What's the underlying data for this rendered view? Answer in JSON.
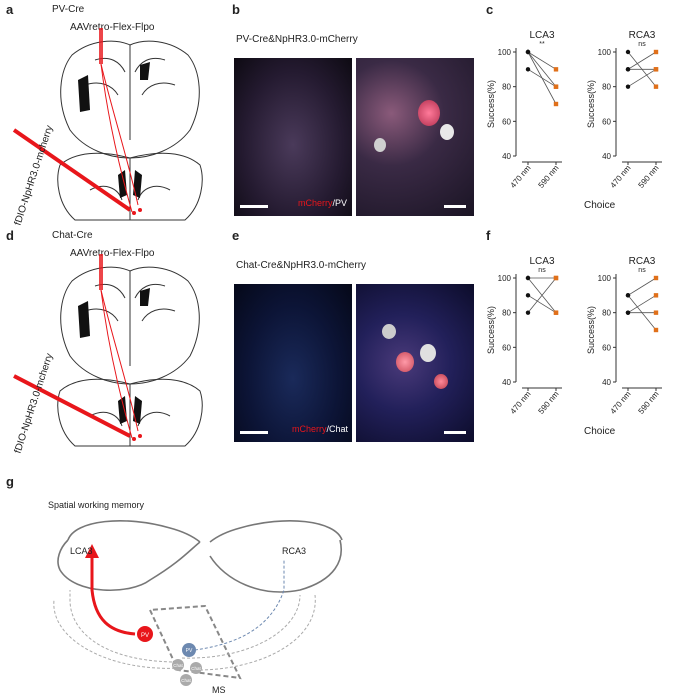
{
  "panels": {
    "a": {
      "letter": "a",
      "title": "PV-Cre",
      "virus": "AAVretro-Flex-Flpo",
      "injection": "fDIO-NpHR3.0-mcherry"
    },
    "b": {
      "letter": "b",
      "title": "PV-Cre&NpHR3.0-mCherry",
      "stain_red": "mCherry",
      "stain_sep": "/",
      "stain_white": "PV"
    },
    "c": {
      "letter": "c",
      "xlabel": "Choice"
    },
    "d": {
      "letter": "d",
      "title": "Chat-Cre",
      "virus": "AAVretro-Flex-Flpo",
      "injection": "fDIO-NpHR3.0-mcherry"
    },
    "e": {
      "letter": "e",
      "title": "Chat-Cre&NpHR3.0-mCherry",
      "stain_red": "mCherry",
      "stain_sep": "/",
      "stain_white": "Chat"
    },
    "f": {
      "letter": "f",
      "xlabel": "Choice"
    },
    "g": {
      "letter": "g",
      "title": "Spatial working memory",
      "left_region": "LCA3",
      "right_region": "RCA3",
      "ms_label": "MS",
      "cells": {
        "pv_red": "PV",
        "pv_blue": "PV",
        "chat1": "Chat",
        "chat2": "Chat",
        "chat3": "Chat"
      }
    }
  },
  "colors": {
    "blue_470": "#111111",
    "orange_590": "#e0701a",
    "red": "#e8161b",
    "pv_blue": "#6d89b0",
    "gray": "#999999"
  },
  "chart_data": [
    {
      "type": "line",
      "panel": "c",
      "title": "LCA3",
      "x": [
        "470 nm",
        "590 nm"
      ],
      "ylabel": "Success(%)",
      "ylim": [
        40,
        100
      ],
      "yticks": [
        40,
        60,
        80,
        100
      ],
      "significance": "**",
      "series": [
        {
          "values": [
            100,
            90
          ]
        },
        {
          "values": [
            100,
            80
          ]
        },
        {
          "values": [
            90,
            80
          ]
        },
        {
          "values": [
            100,
            70
          ]
        }
      ]
    },
    {
      "type": "line",
      "panel": "c",
      "title": "RCA3",
      "x": [
        "470 nm",
        "590 nm"
      ],
      "ylabel": "Success(%)",
      "ylim": [
        40,
        100
      ],
      "yticks": [
        40,
        60,
        80,
        100
      ],
      "significance": "ns",
      "series": [
        {
          "values": [
            100,
            80
          ]
        },
        {
          "values": [
            90,
            100
          ]
        },
        {
          "values": [
            90,
            90
          ]
        },
        {
          "values": [
            80,
            90
          ]
        }
      ]
    },
    {
      "type": "line",
      "panel": "f",
      "title": "LCA3",
      "x": [
        "470 nm",
        "590 nm"
      ],
      "ylabel": "Success(%)",
      "ylim": [
        40,
        100
      ],
      "yticks": [
        40,
        60,
        80,
        100
      ],
      "significance": "ns",
      "series": [
        {
          "values": [
            100,
            100
          ]
        },
        {
          "values": [
            100,
            80
          ]
        },
        {
          "values": [
            90,
            80
          ]
        },
        {
          "values": [
            80,
            100
          ]
        }
      ]
    },
    {
      "type": "line",
      "panel": "f",
      "title": "RCA3",
      "x": [
        "470 nm",
        "590 nm"
      ],
      "ylabel": "Success(%)",
      "ylim": [
        40,
        100
      ],
      "yticks": [
        40,
        60,
        80,
        100
      ],
      "significance": "ns",
      "series": [
        {
          "values": [
            90,
            100
          ]
        },
        {
          "values": [
            90,
            70
          ]
        },
        {
          "values": [
            80,
            90
          ]
        },
        {
          "values": [
            80,
            80
          ]
        }
      ]
    }
  ]
}
